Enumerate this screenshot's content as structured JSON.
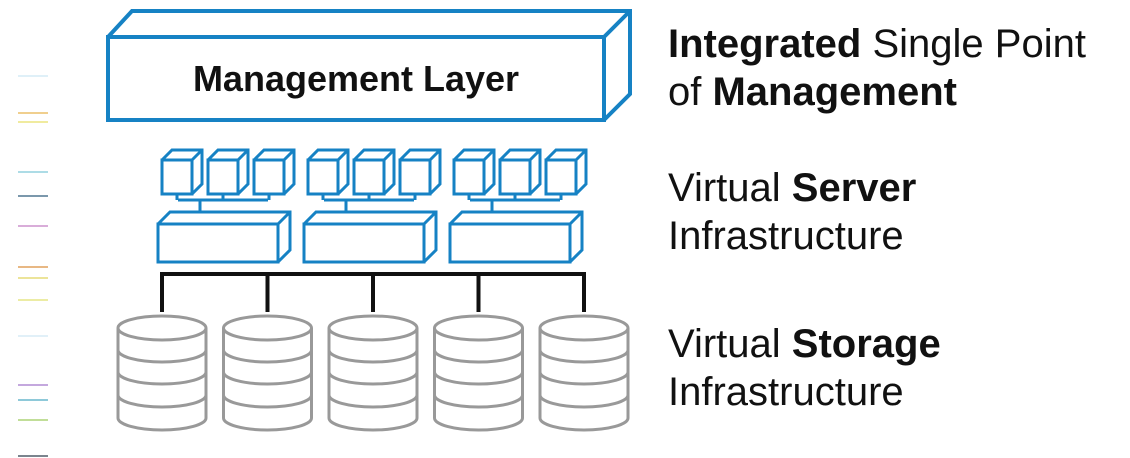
{
  "management_box": {
    "label": "Management Layer"
  },
  "captions": {
    "management": {
      "strong1": "Integrated",
      "plain1": " Single Point",
      "plain2": "of ",
      "strong2": "Management"
    },
    "server": {
      "plain1": "Virtual ",
      "strong1": "Server",
      "plain2": "Infrastructure"
    },
    "storage": {
      "plain1": "Virtual ",
      "strong1": "Storage",
      "plain2": "Infrastructure"
    }
  },
  "colors": {
    "accent_blue": "#1682c4",
    "connector": "#111111",
    "storage_gray": "#999999",
    "text": "#111111"
  },
  "icons": {
    "server_node": "cube-icon",
    "server_host": "server-box-icon",
    "storage": "database-cylinder-icon"
  },
  "counts": {
    "server_groups": 3,
    "vms_per_group": 3,
    "storage_units": 5
  }
}
